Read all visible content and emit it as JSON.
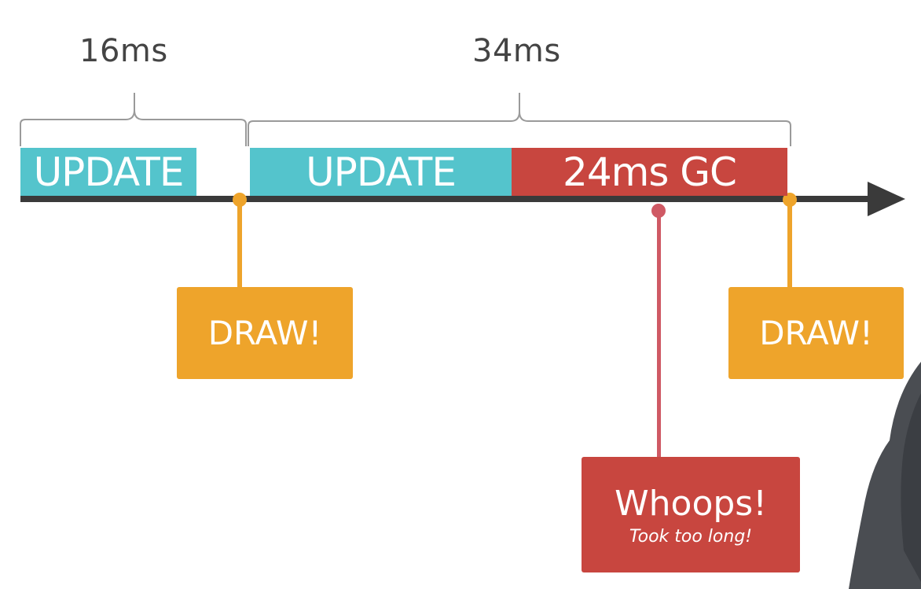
{
  "brackets": [
    {
      "label": "16ms"
    },
    {
      "label": "34ms"
    }
  ],
  "segments": [
    {
      "label": "UPDATE",
      "kind": "update"
    },
    {
      "label": "UPDATE",
      "kind": "update"
    },
    {
      "label": "24ms GC",
      "kind": "gc"
    }
  ],
  "callouts": {
    "draw_1": "DRAW!",
    "draw_2": "DRAW!",
    "whoops_title": "Whoops!",
    "whoops_sub": "Took too long!"
  },
  "colors": {
    "update": "#54c4cc",
    "gc": "#c8463f",
    "draw": "#eea42b",
    "axis": "#3a3a3a",
    "bracket": "#9a9a9a",
    "marker_gc": "#cf5964"
  }
}
